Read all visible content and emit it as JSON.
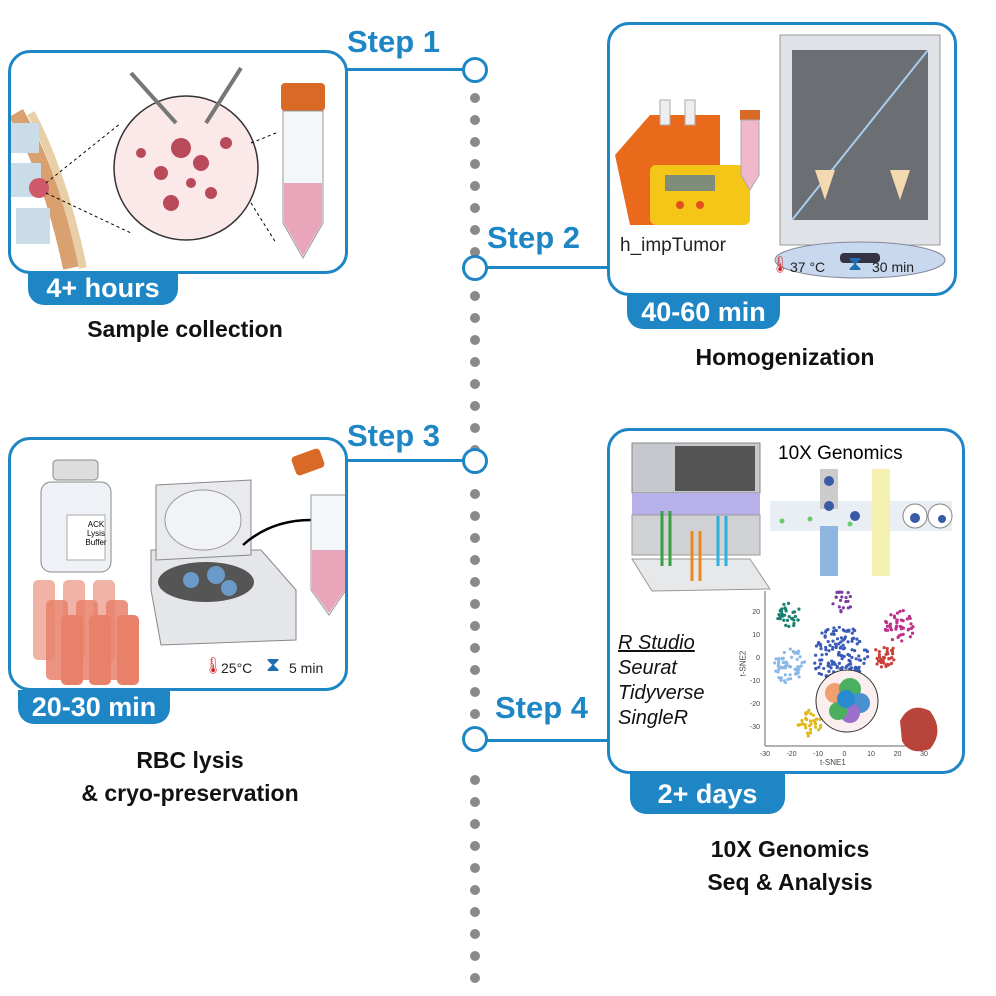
{
  "steps": [
    {
      "step": "Step 1",
      "duration": "4+ hours",
      "title": "Sample collection"
    },
    {
      "step": "Step 2",
      "duration": "40-60 min",
      "title": "Homogenization",
      "device_label": "h_impTumor",
      "temperature": "37 °C",
      "time": "30 min"
    },
    {
      "step": "Step 3",
      "duration": "20-30 min",
      "title_line1": "RBC lysis",
      "title_line2": "& cryo-preservation",
      "bottle_label": "ACK Lysis Buffer",
      "temperature": "25°C",
      "time": "5 min"
    },
    {
      "step": "Step 4",
      "duration": "2+ days",
      "title_line1": "10X Genomics",
      "title_line2": "Seq & Analysis",
      "platform": "10X Genomics",
      "tools": [
        "R Studio",
        "Seurat",
        "Tidyverse",
        "SingleR"
      ],
      "plot": {
        "xlabel": "t-SNE1",
        "ylabel": "t-SNE2",
        "xticks": [
          "-30",
          "-20",
          "-10",
          "0",
          "10",
          "20",
          "30"
        ],
        "yticks": [
          "20",
          "10",
          "0",
          "-10",
          "-20",
          "-30"
        ]
      }
    }
  ],
  "colors": {
    "accent": "#1f86c6",
    "timeline_dots": "#8a8a8a"
  }
}
